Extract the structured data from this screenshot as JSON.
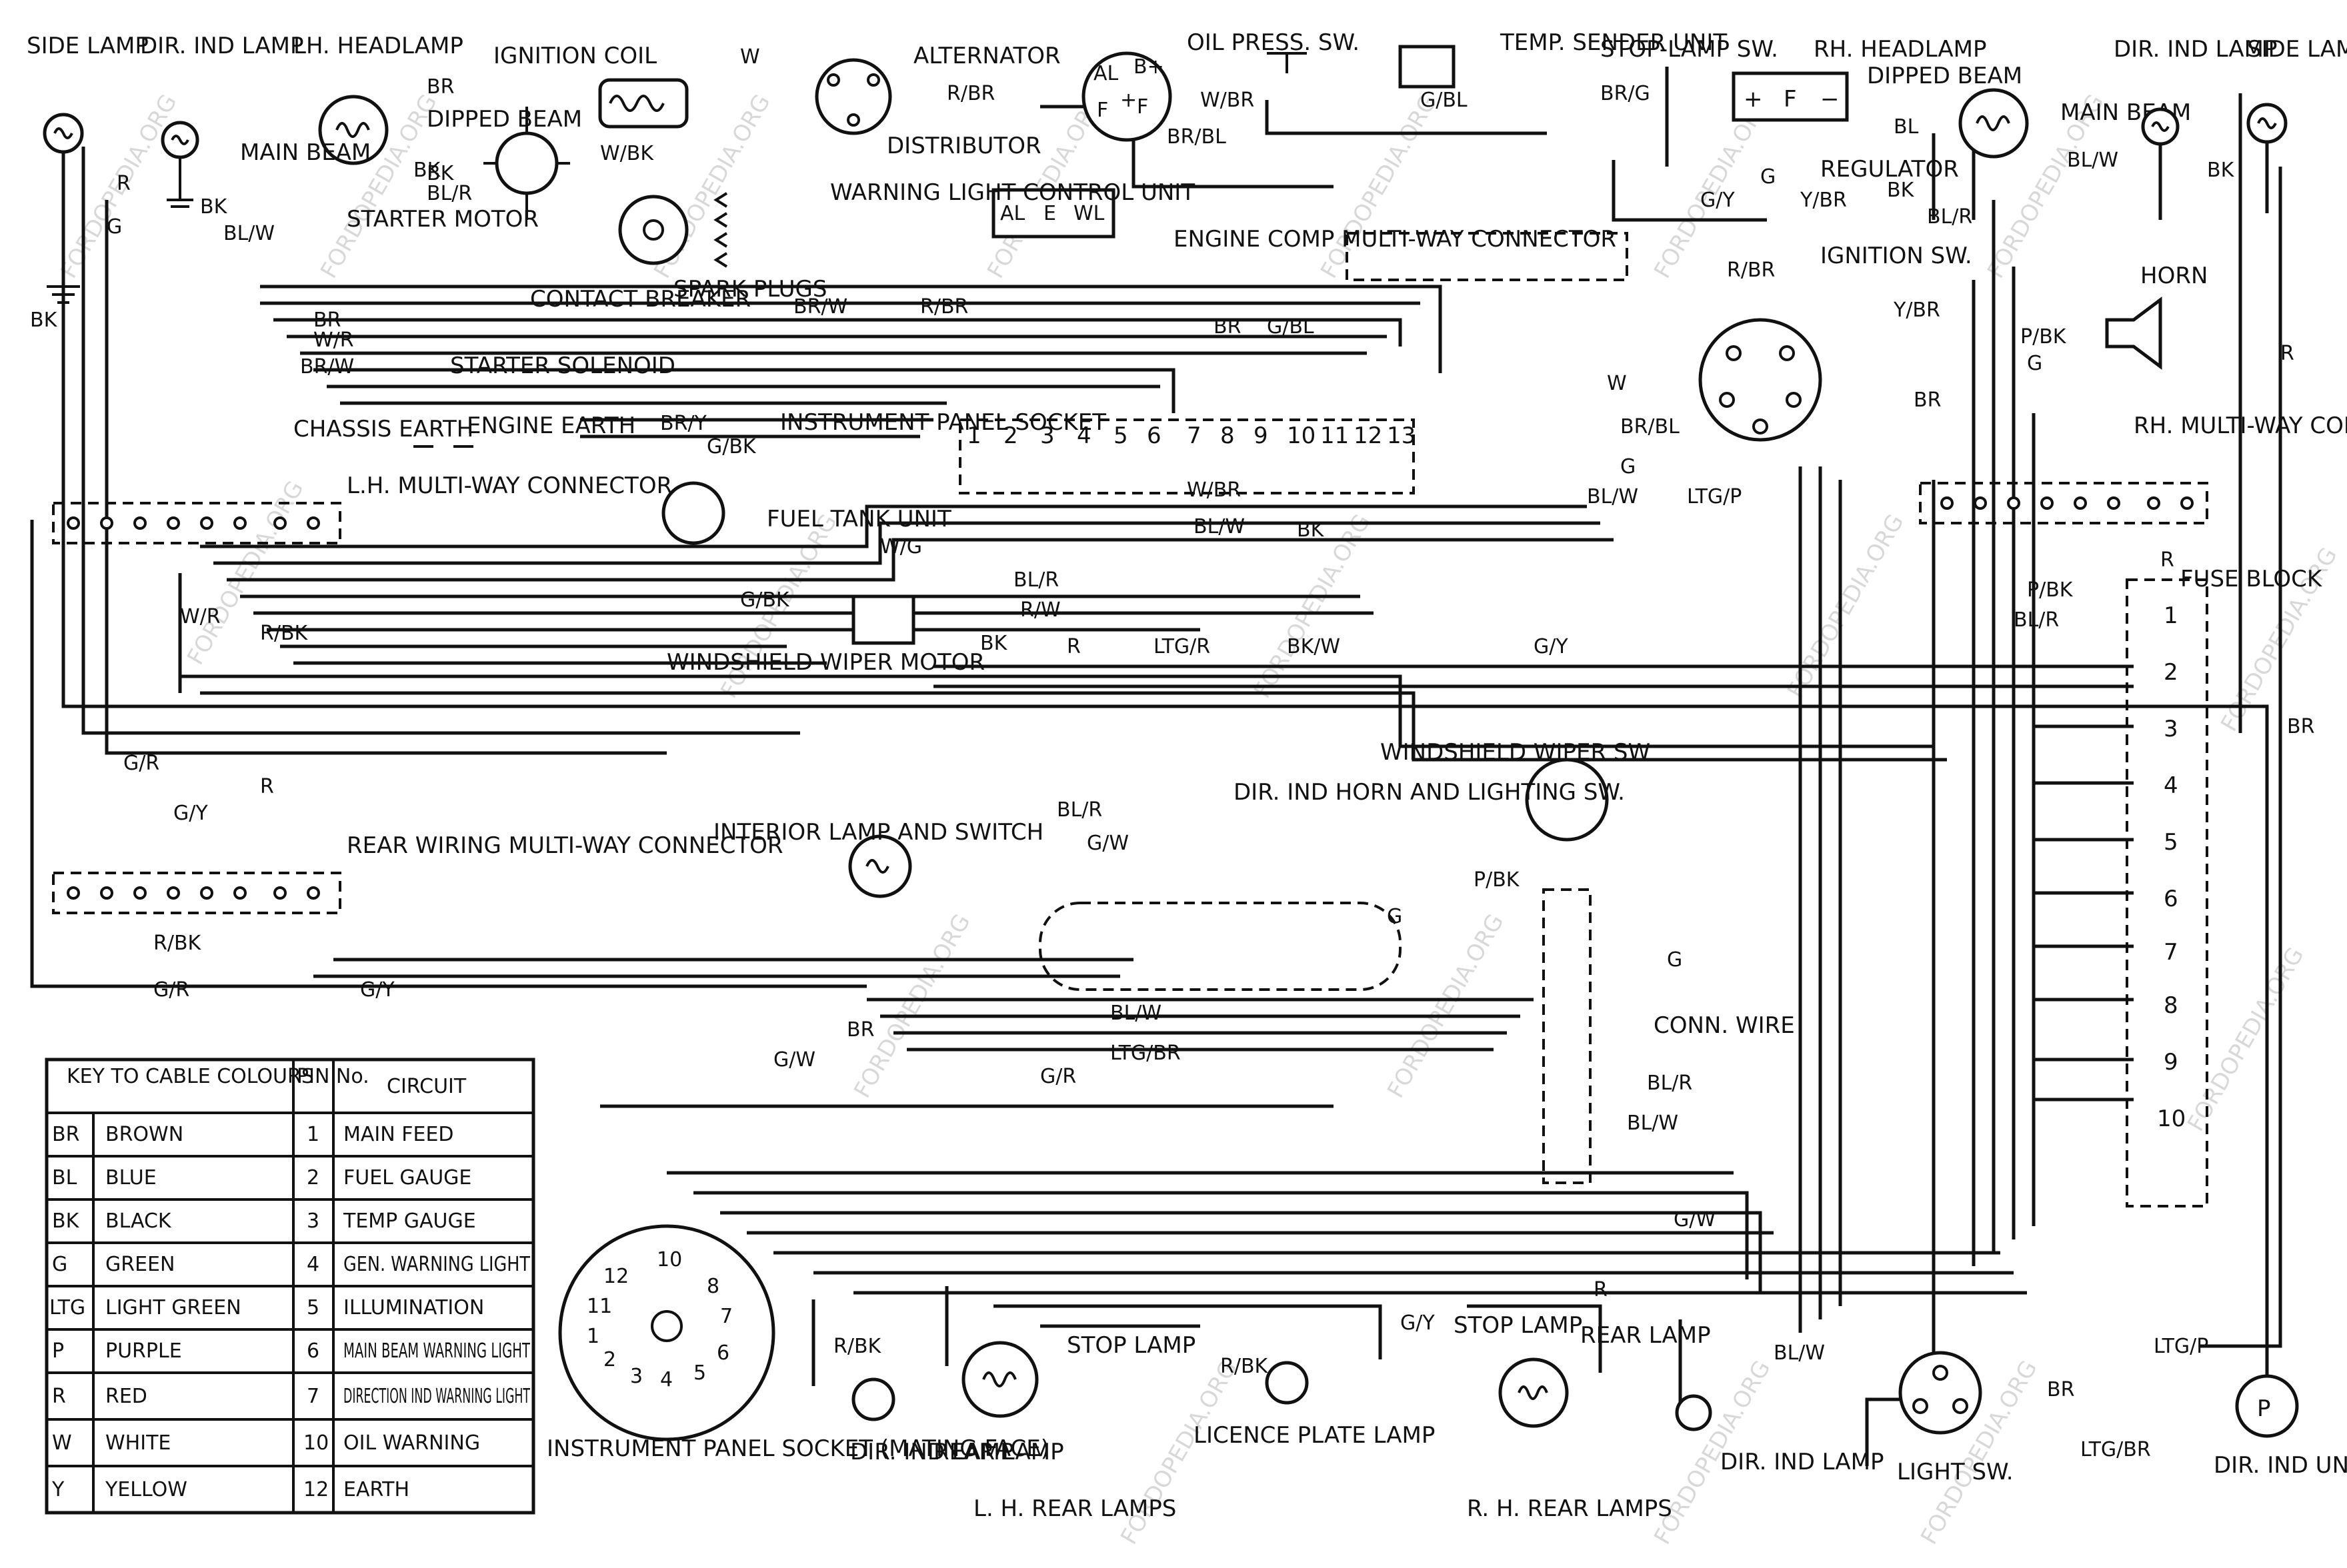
{
  "watermark": "FORDOPEDIA.ORG",
  "components": {
    "side_lamp_l": "SIDE LAMP",
    "dir_ind_lamp_l": "DIR. IND LAMP",
    "lh_headlamp": "LH. HEADLAMP",
    "main_beam_l": "MAIN BEAM",
    "dipped_beam_l": "DIPPED BEAM",
    "starter_motor": "STARTER MOTOR",
    "ignition_coil": "IGNITION COIL",
    "distributor": "DISTRIBUTOR",
    "alternator": "ALTERNATOR",
    "oil_press_sw": "OIL PRESS. SW.",
    "temp_sender": "TEMP. SENDER UNIT",
    "stop_lamp_sw": "STOP-LAMP SW.",
    "rh_headlamp": "RH. HEADLAMP",
    "dipped_beam_r": "DIPPED BEAM",
    "main_beam_r": "MAIN BEAM",
    "dir_ind_lamp_r": "DIR. IND LAMP",
    "side_lamp_r": "SIDE LAMP",
    "regulator": "REGULATOR",
    "warning_light": "WARNING LIGHT CONTROL UNIT",
    "contact_breaker": "CONTACT BREAKER",
    "spark_plugs": "SPARK PLUGS",
    "engine_comp": "ENGINE COMP MULTI-WAY CONNECTOR",
    "ignition_sw": "IGNITION SW.",
    "horn": "HORN",
    "starter_solenoid": "STARTER SOLENOID",
    "chassis_earth": "CHASSIS EARTH",
    "engine_earth": "ENGINE EARTH",
    "instrument_panel_socket": "INSTRUMENT PANEL SOCKET",
    "lh_multiway": "L.H. MULTI-WAY CONNECTOR",
    "fuel_tank": "FUEL TANK UNIT",
    "rh_multiway": "RH. MULTI-WAY CONNECTOR",
    "fuse_block": "FUSE BLOCK",
    "wiper_motor": "WINDSHIELD WIPER MOTOR",
    "wiper_sw": "WINDSHIELD WIPER SW",
    "rear_multiway": "REAR WIRING MULTI-WAY CONNECTOR",
    "interior_lamp": "INTERIOR LAMP AND SWITCH",
    "dir_horn_light_sw": "DIR. IND HORN AND LIGHTING SW.",
    "conn_wire": "CONN. WIRE",
    "stop_lamp_l": "STOP LAMP",
    "licence_plate": "LICENCE PLATE LAMP",
    "stop_lamp_r": "STOP LAMP",
    "rear_lamp_r": "REAR LAMP",
    "rear_lamp_l": "REAR LAMP",
    "dir_ind_lamp_rl": "DIR. IND LAMP",
    "dir_ind_lamp_rr": "DIR. IND LAMP",
    "light_sw": "LIGHT SW.",
    "dir_ind_unit": "DIR. IND UNIT",
    "lh_rear_lamps": "L. H. REAR LAMPS",
    "rh_rear_lamps": "R. H. REAR LAMPS",
    "socket_mating": "INSTRUMENT PANEL SOCKET (MATING FACE)"
  },
  "wire_labels": [
    "R",
    "G",
    "BK",
    "BL/W",
    "BK",
    "BR",
    "BK",
    "BL/R",
    "W",
    "W/BK",
    "R/BR",
    "W/BR",
    "BR/BL",
    "G/BL",
    "BR/G",
    "BL",
    "G",
    "G/Y",
    "Y/BR",
    "BK",
    "BL/R",
    "BL/W",
    "BK",
    "BR",
    "W/R",
    "BR/W",
    "BR/W",
    "R/BR",
    "BR",
    "G/BL",
    "R/BR",
    "Y/BR",
    "P/BK",
    "R",
    "G",
    "W",
    "BR/BL",
    "BR",
    "BR/Y",
    "G/BK",
    "W/BR",
    "BL/W",
    "BK",
    "G",
    "BL/W",
    "LTG/P",
    "W/G",
    "BL/R",
    "R/W",
    "G/BK",
    "W/R",
    "R/BK",
    "BK",
    "R",
    "LTG/R",
    "BK/W",
    "G/Y",
    "P/BK",
    "BL/R",
    "R",
    "BR",
    "G/R",
    "G/Y",
    "R",
    "R/BK",
    "G/R",
    "G/Y",
    "BL/R",
    "G/W",
    "P/BK",
    "G",
    "G",
    "BL/W",
    "LTG/BR",
    "G/R",
    "BL/R",
    "BL/W",
    "G/W",
    "BR",
    "G/W",
    "R",
    "R/BK",
    "G/Y",
    "R/BK",
    "BL/W",
    "BR",
    "LTG/P",
    "LTG/BR"
  ],
  "panel_pins": [
    "1",
    "2",
    "3",
    "4",
    "5",
    "6",
    "7",
    "8",
    "9",
    "10",
    "11",
    "12",
    "13"
  ],
  "fuses": [
    "1",
    "2",
    "3",
    "4",
    "5",
    "6",
    "7",
    "8",
    "9",
    "10"
  ],
  "socket_numbers": [
    "10",
    "12",
    "11",
    "1",
    "2",
    "3",
    "4",
    "5",
    "6",
    "7",
    "8"
  ],
  "key_table": {
    "title": "KEY TO CABLE COLOURS",
    "pin_header": "PIN No.",
    "circuit_header": "CIRCUIT",
    "rows": [
      {
        "code": "BR",
        "colour": "BROWN",
        "pin": "1",
        "circuit": "MAIN FEED"
      },
      {
        "code": "BL",
        "colour": "BLUE",
        "pin": "2",
        "circuit": "FUEL GAUGE"
      },
      {
        "code": "BK",
        "colour": "BLACK",
        "pin": "3",
        "circuit": "TEMP GAUGE"
      },
      {
        "code": "G",
        "colour": "GREEN",
        "pin": "4",
        "circuit": "GEN. WARNING LIGHT"
      },
      {
        "code": "LTG",
        "colour": "LIGHT GREEN",
        "pin": "5",
        "circuit": "ILLUMINATION"
      },
      {
        "code": "P",
        "colour": "PURPLE",
        "pin": "6",
        "circuit": "MAIN BEAM WARNING LIGHT"
      },
      {
        "code": "R",
        "colour": "RED",
        "pin": "7",
        "circuit": "DIRECTION IND WARNING LIGHT"
      },
      {
        "code": "W",
        "colour": "WHITE",
        "pin": "10",
        "circuit": "OIL WARNING"
      },
      {
        "code": "Y",
        "colour": "YELLOW",
        "pin": "12",
        "circuit": "EARTH"
      }
    ]
  }
}
